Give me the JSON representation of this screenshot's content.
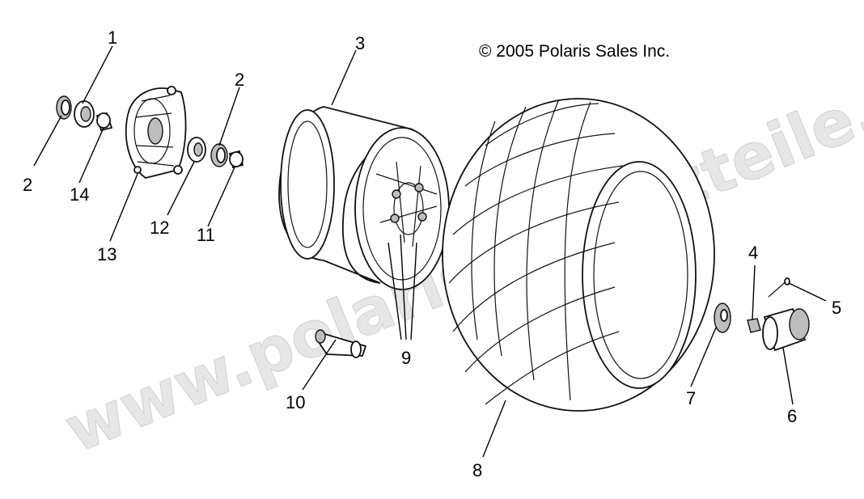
{
  "copyright": "© 2005 Polaris Sales Inc.",
  "watermark": "www.polaris-ersatzteile.de",
  "callouts": [
    {
      "id": "1",
      "label": "1"
    },
    {
      "id": "2a",
      "label": "2"
    },
    {
      "id": "2b",
      "label": "2"
    },
    {
      "id": "3",
      "label": "3"
    },
    {
      "id": "4",
      "label": "4"
    },
    {
      "id": "5",
      "label": "5"
    },
    {
      "id": "6",
      "label": "6"
    },
    {
      "id": "7",
      "label": "7"
    },
    {
      "id": "8",
      "label": "8"
    },
    {
      "id": "9",
      "label": "9"
    },
    {
      "id": "10",
      "label": "10"
    },
    {
      "id": "11",
      "label": "11"
    },
    {
      "id": "12",
      "label": "12"
    },
    {
      "id": "13",
      "label": "13"
    },
    {
      "id": "14",
      "label": "14"
    }
  ]
}
